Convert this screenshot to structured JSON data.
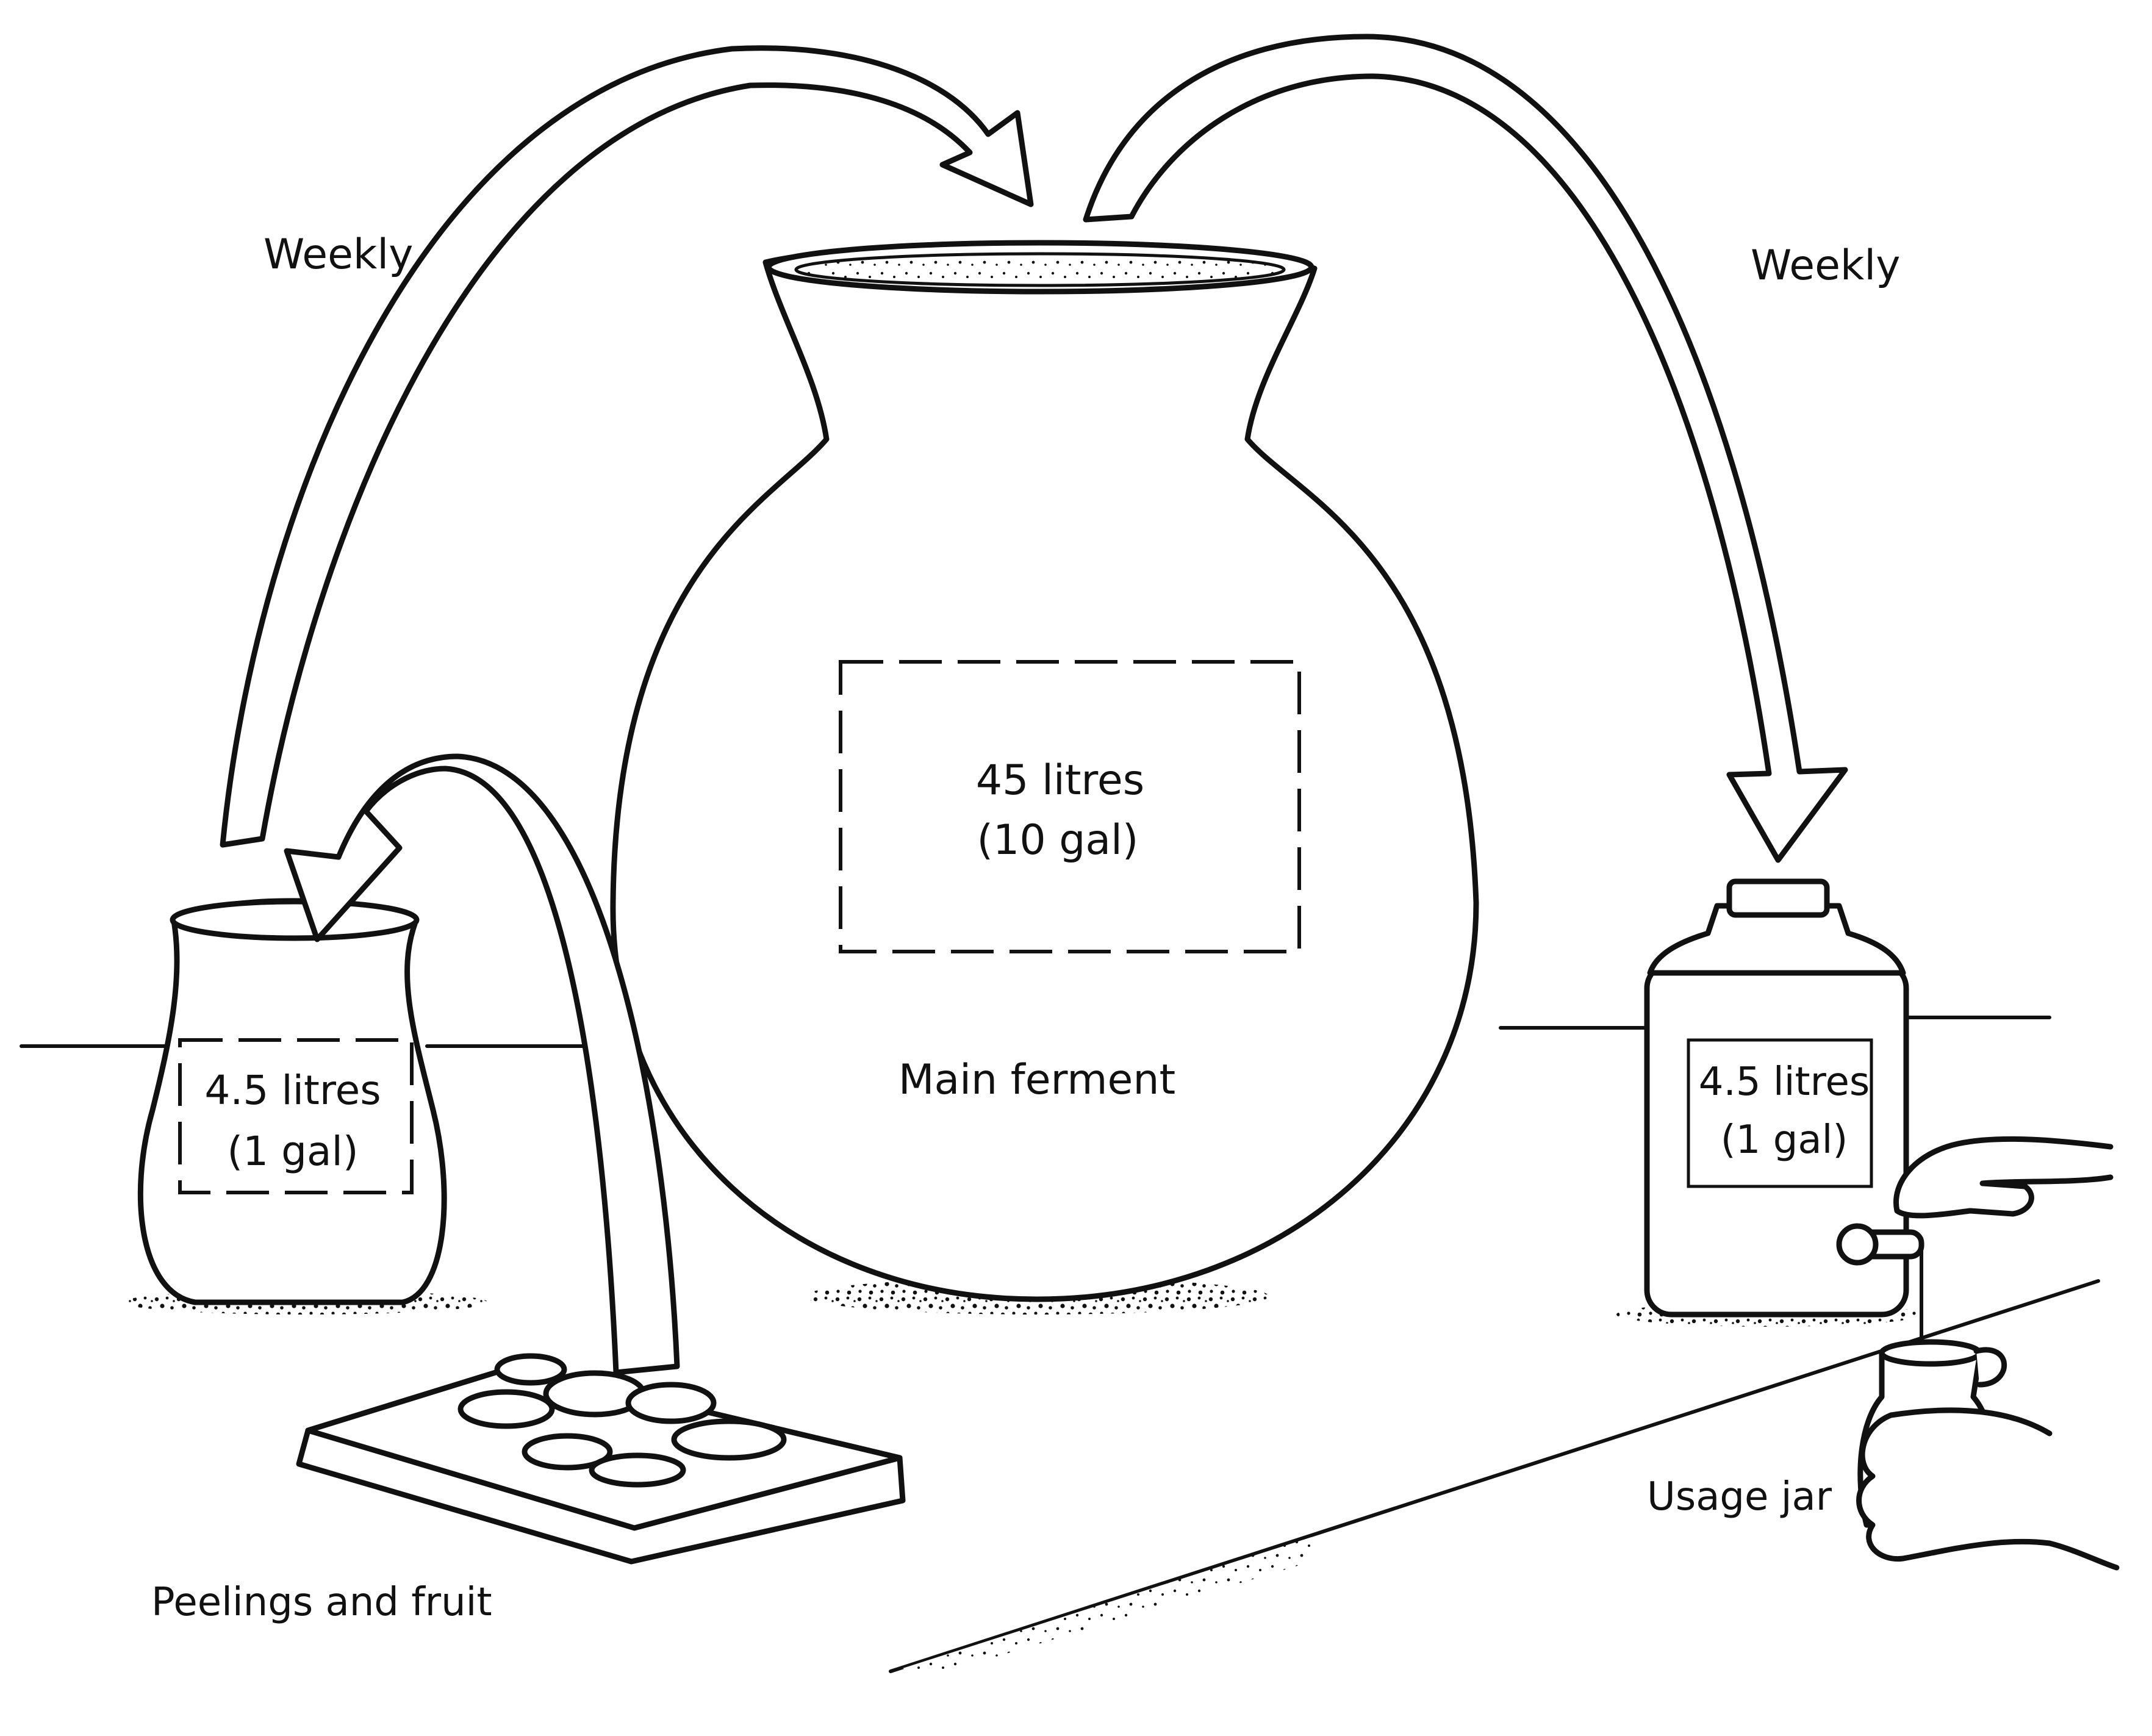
{
  "diagram": {
    "arrows": [
      {
        "id": "small-to-main",
        "label": "Weekly"
      },
      {
        "id": "main-to-bottle",
        "label": "Weekly"
      },
      {
        "id": "peelings-to-small",
        "label": ""
      }
    ],
    "vessels": {
      "main": {
        "name": "Main ferment",
        "volume_line1": "45 litres",
        "volume_line2": "(10 gal)"
      },
      "small_jar": {
        "name": "",
        "volume_line1": "4.5 litres",
        "volume_line2": "(1 gal)"
      },
      "tap_bottle": {
        "name": "",
        "volume_line1": "4.5 litres",
        "volume_line2": "(1 gal)"
      }
    },
    "peelings": {
      "label": "Peelings and fruit"
    },
    "usage_jar": {
      "label": "Usage jar"
    }
  },
  "colors": {
    "ink": "#111111",
    "paper": "#ffffff"
  },
  "icons": [
    "curved-arrow-icon",
    "jar-icon",
    "tap-icon",
    "hand-icon",
    "cutting-board-icon"
  ]
}
